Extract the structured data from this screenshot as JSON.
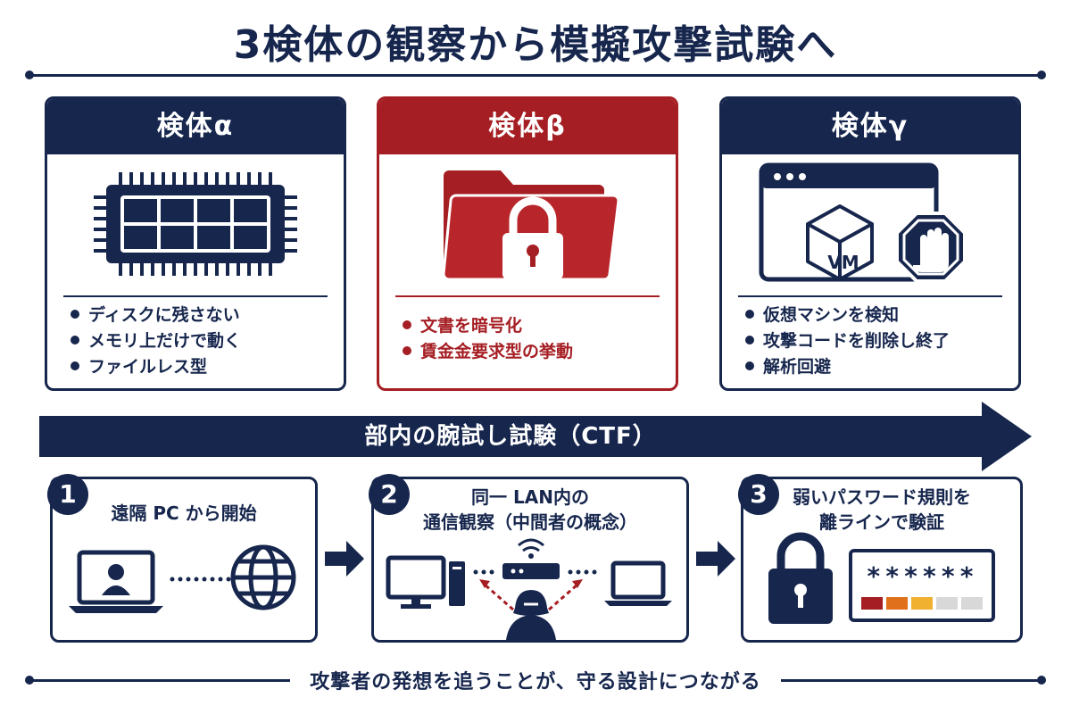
{
  "title": "3検体の観察から模擬攻撃試験へ",
  "cards": [
    {
      "heading": "検体α",
      "accent": "#16264d",
      "icon": "chip-icon",
      "items": [
        "ディスクに残さない",
        "メモリ上だけで動く",
        "ファイルレス型"
      ]
    },
    {
      "heading": "検体β",
      "accent": "#a51e23",
      "icon": "locked-folder-icon",
      "items": [
        "文書を暗号化",
        "賃金金要求型の挙動"
      ]
    },
    {
      "heading": "検体γ",
      "accent": "#16264d",
      "icon": "vm-stop-icon",
      "vm_label": "VM",
      "items": [
        "仮想マシンを検知",
        "攻撃コードを削除し終了",
        "解析回避"
      ]
    }
  ],
  "banner": {
    "label": "部内の腕試し試験（CTF）"
  },
  "steps": [
    {
      "number": "1",
      "title_lines": [
        "遠隔 PC から開始"
      ],
      "icons": [
        "laptop-user-icon",
        "globe-icon"
      ]
    },
    {
      "number": "2",
      "title_lines": [
        "同一 LAN内の",
        "通信観察（中間者の概念）"
      ],
      "icons": [
        "desktop-pc-icon",
        "router-icon",
        "laptop-icon",
        "hacker-icon"
      ]
    },
    {
      "number": "3",
      "title_lines": [
        "弱いパスワード規則を",
        "離ラインで験証"
      ],
      "icons": [
        "padlock-icon",
        "password-field-icon"
      ],
      "password_mask": "******",
      "strength_colors": [
        "#a51e23",
        "#e0701c",
        "#f0b030",
        "#d8d8d8",
        "#d8d8d8"
      ]
    }
  ],
  "footer": "攻撃者の発想を追うことが、守る設計につながる",
  "colors": {
    "navy": "#16264d",
    "red": "#a51e23"
  }
}
